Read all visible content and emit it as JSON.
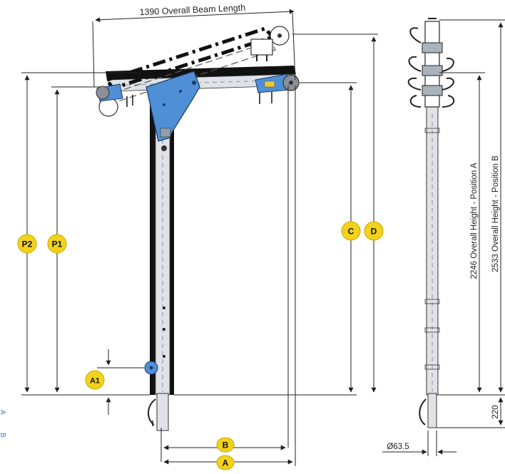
{
  "dimensions": {
    "beam_length": "1390 Overall Beam Length",
    "height_a": "2246 Overall Height - Position A",
    "height_b": "2533 Overall Height - Position B",
    "base_offset": "220",
    "diameter": "Ø63.5"
  },
  "badges": {
    "p2": "P2",
    "p1": "P1",
    "c": "C",
    "d": "D",
    "a1": "A1",
    "b": "B",
    "a": "A"
  },
  "edge_marks": {
    "mark_a": "A",
    "mark_b": "B"
  },
  "colors": {
    "badge_fill": "#f2d21b",
    "bracket_blue": "#4f8fd6",
    "dimension_line": "#222222",
    "edge_mark": "#5b6bd6"
  }
}
